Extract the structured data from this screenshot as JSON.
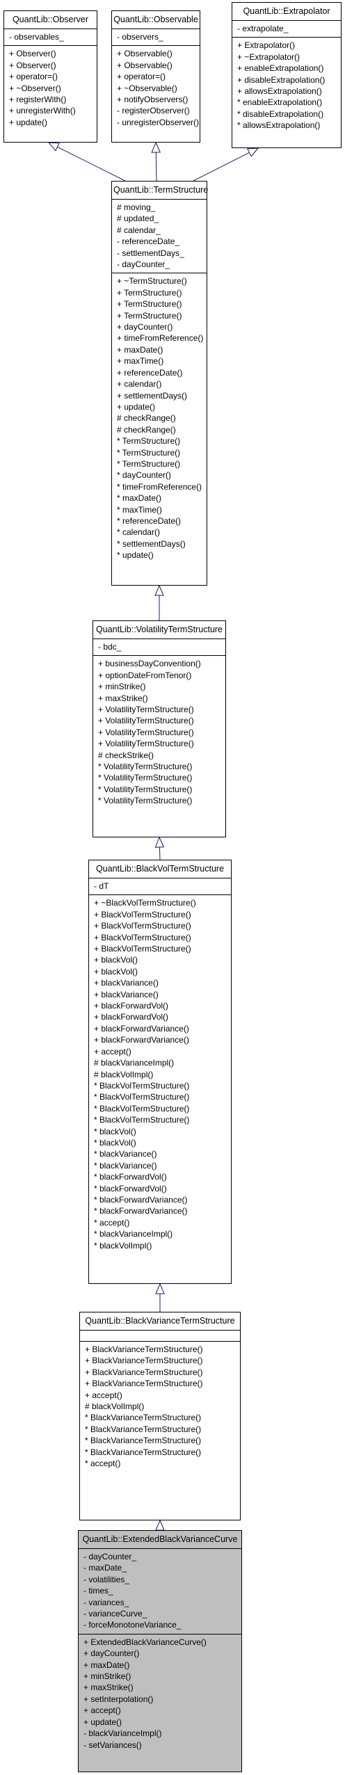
{
  "classes": [
    {
      "id": "observer",
      "name": "QuantLib::Observer",
      "attributes": [
        "- observables_"
      ],
      "operations": [
        "+ Observer()",
        "+ Observer()",
        "+ operator=()",
        "+ ~Observer()",
        "+ registerWith()",
        "+ unregisterWith()",
        "+ update()"
      ]
    },
    {
      "id": "observable",
      "name": "QuantLib::Observable",
      "attributes": [
        "- observers_"
      ],
      "operations": [
        "+ Observable()",
        "+ Observable()",
        "+ operator=()",
        "+ ~Observable()",
        "+ notifyObservers()",
        "- registerObserver()",
        "- unregisterObserver()"
      ]
    },
    {
      "id": "extrapolator",
      "name": "QuantLib::Extrapolator",
      "attributes": [
        "- extrapolate_"
      ],
      "operations": [
        "+ Extrapolator()",
        "+ ~Extrapolator()",
        "+ enableExtrapolation()",
        "+ disableExtrapolation()",
        "+ allowsExtrapolation()",
        "* enableExtrapolation()",
        "* disableExtrapolation()",
        "* allowsExtrapolation()"
      ]
    },
    {
      "id": "termstructure",
      "name": "QuantLib::TermStructure",
      "attributes": [
        "# moving_",
        "# updated_",
        "# calendar_",
        "- referenceDate_",
        "- settlementDays_",
        "- dayCounter_"
      ],
      "operations": [
        "+ ~TermStructure()",
        "+ TermStructure()",
        "+ TermStructure()",
        "+ TermStructure()",
        "+ dayCounter()",
        "+ timeFromReference()",
        "+ maxDate()",
        "+ maxTime()",
        "+ referenceDate()",
        "+ calendar()",
        "+ settlementDays()",
        "+ update()",
        "# checkRange()",
        "# checkRange()",
        "* TermStructure()",
        "* TermStructure()",
        "* TermStructure()",
        "* dayCounter()",
        "* timeFromReference()",
        "* maxDate()",
        "* maxTime()",
        "* referenceDate()",
        "* calendar()",
        "* settlementDays()",
        "* update()"
      ]
    },
    {
      "id": "volatilitytermstructure",
      "name": "QuantLib::VolatilityTermStructure",
      "attributes": [
        "- bdc_"
      ],
      "operations": [
        "+ businessDayConvention()",
        "+ optionDateFromTenor()",
        "+ minStrike()",
        "+ maxStrike()",
        "+ VolatilityTermStructure()",
        "+ VolatilityTermStructure()",
        "+ VolatilityTermStructure()",
        "+ VolatilityTermStructure()",
        "# checkStrike()",
        "* VolatilityTermStructure()",
        "* VolatilityTermStructure()",
        "* VolatilityTermStructure()",
        "* VolatilityTermStructure()"
      ]
    },
    {
      "id": "blackvoltermstructure",
      "name": "QuantLib::BlackVolTermStructure",
      "attributes": [
        "- dT"
      ],
      "operations": [
        "+ ~BlackVolTermStructure()",
        "+ BlackVolTermStructure()",
        "+ BlackVolTermStructure()",
        "+ BlackVolTermStructure()",
        "+ BlackVolTermStructure()",
        "+ blackVol()",
        "+ blackVol()",
        "+ blackVariance()",
        "+ blackVariance()",
        "+ blackForwardVol()",
        "+ blackForwardVol()",
        "+ blackForwardVariance()",
        "+ blackForwardVariance()",
        "+ accept()",
        "# blackVarianceImpl()",
        "# blackVolImpl()",
        "* BlackVolTermStructure()",
        "* BlackVolTermStructure()",
        "* BlackVolTermStructure()",
        "* BlackVolTermStructure()",
        "* blackVol()",
        "* blackVol()",
        "* blackVariance()",
        "* blackVariance()",
        "* blackForwardVol()",
        "* blackForwardVol()",
        "* blackForwardVariance()",
        "* blackForwardVariance()",
        "* accept()",
        "* blackVarianceImpl()",
        "* blackVolImpl()"
      ]
    },
    {
      "id": "blackvariancetermstructure",
      "name": "QuantLib::BlackVarianceTermStructure",
      "attributes": [],
      "operations": [
        "+ BlackVarianceTermStructure()",
        "+ BlackVarianceTermStructure()",
        "+ BlackVarianceTermStructure()",
        "+ BlackVarianceTermStructure()",
        "+ accept()",
        "# blackVolImpl()",
        "* BlackVarianceTermStructure()",
        "* BlackVarianceTermStructure()",
        "* BlackVarianceTermStructure()",
        "* BlackVarianceTermStructure()",
        "* accept()"
      ]
    },
    {
      "id": "extendedblackvariancecurve",
      "name": "QuantLib::ExtendedBlackVarianceCurve",
      "attributes": [
        "- dayCounter_",
        "- maxDate_",
        "- volatilities_",
        "- times_",
        "- variances_",
        "- varianceCurve_",
        "- forceMonotoneVariance_"
      ],
      "operations": [
        "+ ExtendedBlackVarianceCurve()",
        "+ dayCounter()",
        "+ maxDate()",
        "+ minStrike()",
        "+ maxStrike()",
        "+ setInterpolation()",
        "+ accept()",
        "+ update()",
        "- blackVarianceImpl()",
        "- setVariances()"
      ]
    }
  ],
  "edges": [
    {
      "from": "termstructure",
      "to": "observer"
    },
    {
      "from": "termstructure",
      "to": "observable"
    },
    {
      "from": "termstructure",
      "to": "extrapolator"
    },
    {
      "from": "volatilitytermstructure",
      "to": "termstructure"
    },
    {
      "from": "blackvoltermstructure",
      "to": "volatilitytermstructure"
    },
    {
      "from": "blackvariancetermstructure",
      "to": "blackvoltermstructure"
    },
    {
      "from": "extendedblackvariancecurve",
      "to": "blackvariancetermstructure"
    }
  ],
  "colors": {
    "edge": "#191970",
    "box_border": "#000000",
    "current_fill": "#bfbfbf"
  }
}
